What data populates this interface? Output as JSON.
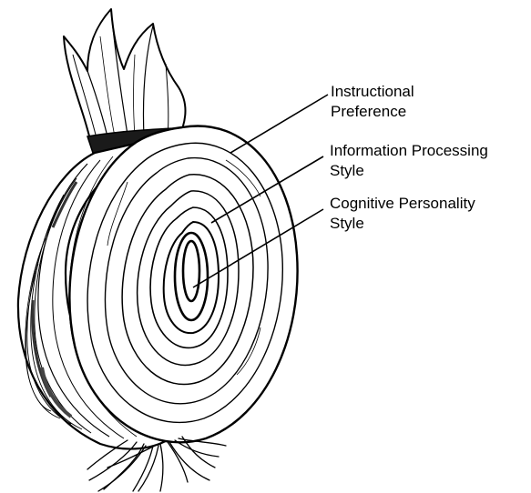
{
  "labels": {
    "instructional": {
      "line1": "Instructional",
      "line2": "Preference"
    },
    "information": {
      "line1": "Information Processing",
      "line2": "Style"
    },
    "cognitive": {
      "line1": "Cognitive Personality",
      "line2": "Style"
    }
  },
  "colors": {
    "ink": "#000000",
    "background": "#ffffff"
  }
}
